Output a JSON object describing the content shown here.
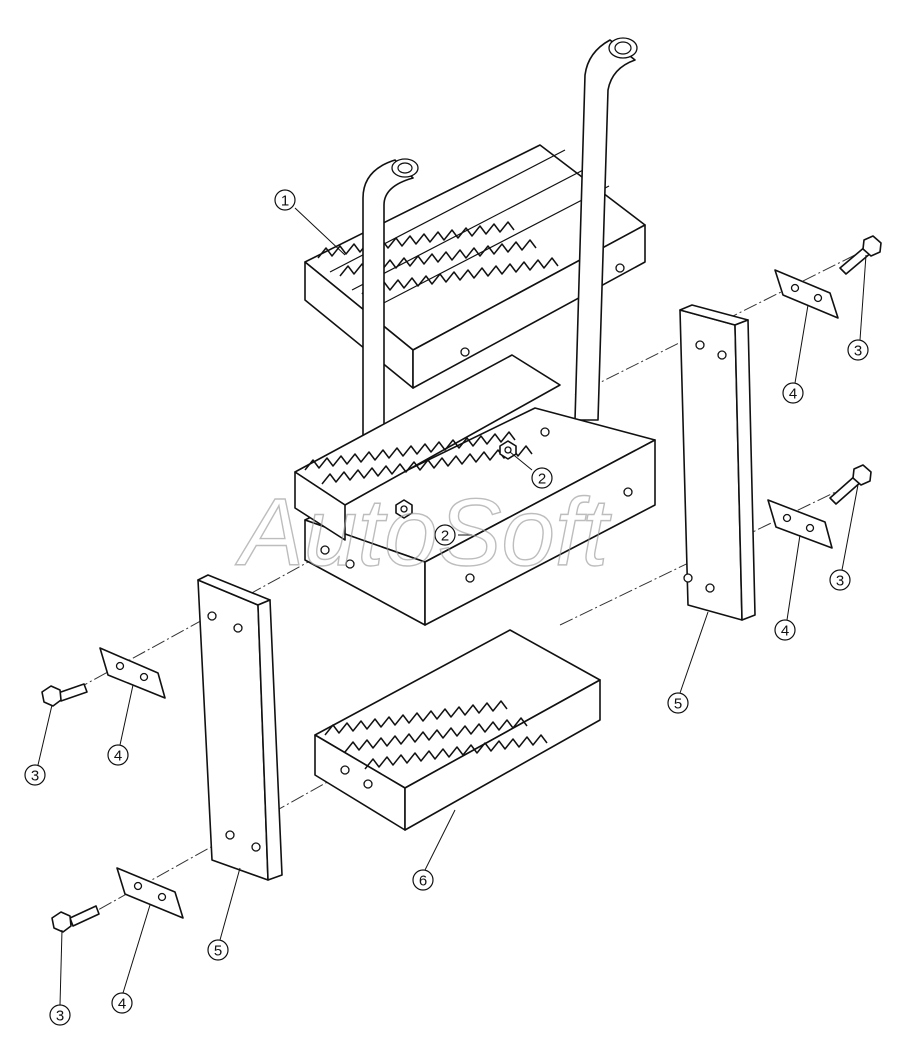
{
  "diagram": {
    "watermark": "AutoSoft",
    "callouts": [
      {
        "id": "c1",
        "label": "1"
      },
      {
        "id": "c2a",
        "label": "2"
      },
      {
        "id": "c2b",
        "label": "2"
      },
      {
        "id": "c3a",
        "label": "3"
      },
      {
        "id": "c3b",
        "label": "3"
      },
      {
        "id": "c3c",
        "label": "3"
      },
      {
        "id": "c3d",
        "label": "3"
      },
      {
        "id": "c4a",
        "label": "4"
      },
      {
        "id": "c4b",
        "label": "4"
      },
      {
        "id": "c4c",
        "label": "4"
      },
      {
        "id": "c4d",
        "label": "4"
      },
      {
        "id": "c5a",
        "label": "5"
      },
      {
        "id": "c5b",
        "label": "5"
      },
      {
        "id": "c6",
        "label": "6"
      }
    ]
  }
}
